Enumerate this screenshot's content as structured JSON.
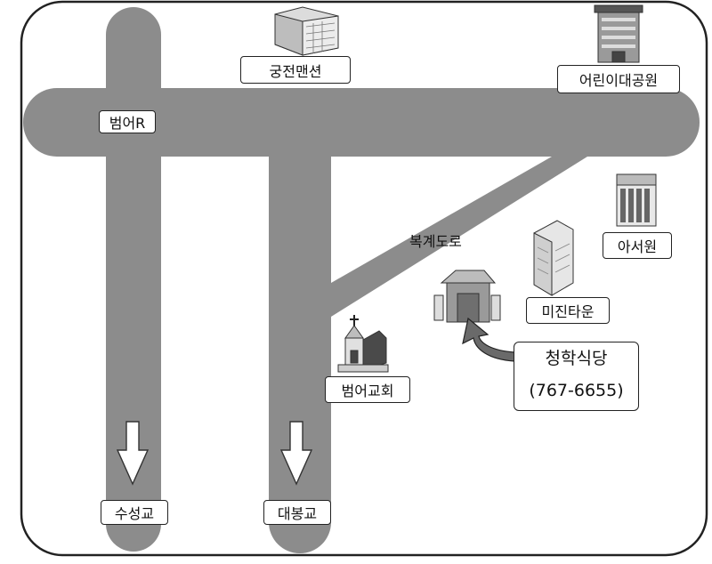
{
  "colors": {
    "road": "#8c8c8c",
    "road_shadow": "#6e6e6e",
    "frame": "#222222",
    "arrow": "#6a6a6a"
  },
  "roads": {
    "top_road": "범어R",
    "diagonal_road": "복계도로"
  },
  "landmarks": {
    "mansion": {
      "label": "궁전맨션",
      "icon": "apartment-building-icon"
    },
    "childrens_park": {
      "label": "어린이대공원",
      "icon": "office-tower-icon"
    },
    "aseowon": {
      "label": "아서원",
      "icon": "storefront-building-icon"
    },
    "mijin_town": {
      "label": "미진타운",
      "icon": "highrise-building-icon"
    },
    "church": {
      "label": "범어교회",
      "icon": "church-icon"
    },
    "restaurant": {
      "icon": "restaurant-building-icon"
    }
  },
  "destination": {
    "name": "청학식당",
    "phone": "(767-6655)",
    "icon": "curved-pointer-arrow-icon"
  },
  "bottom": {
    "left": {
      "label": "수성교",
      "icon": "down-arrow-icon"
    },
    "right": {
      "label": "대봉교",
      "icon": "down-arrow-icon"
    }
  }
}
